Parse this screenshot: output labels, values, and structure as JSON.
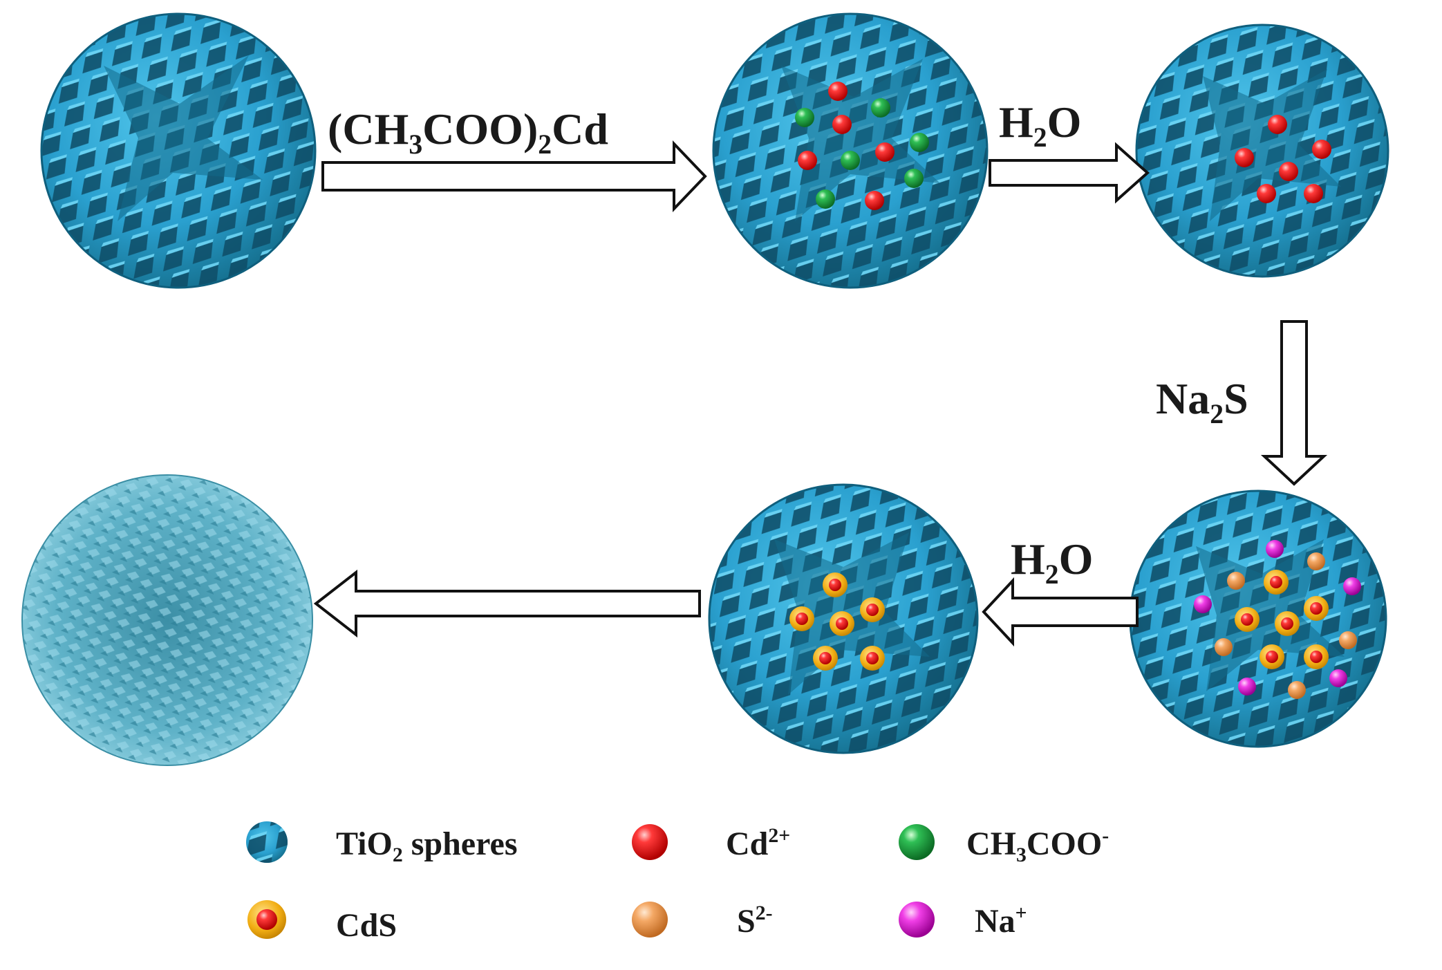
{
  "steps": {
    "s1": {
      "pre": "(CH",
      "sub1": "3",
      "mid": "COO)",
      "sub2": "2",
      "post": "Cd"
    },
    "s2": {
      "pre": "H",
      "sub": "2",
      "post": "O"
    },
    "s3": {
      "pre": "Na",
      "sub": "2",
      "post": "S"
    },
    "s4": {
      "pre": "H",
      "sub": "2",
      "post": "O"
    }
  },
  "legend": {
    "tio2": {
      "pre": "TiO",
      "sub": "2",
      "post": " spheres"
    },
    "cd": {
      "pre": "Cd",
      "sup": "2+"
    },
    "acetate": {
      "pre": "CH",
      "sub": "3",
      "mid": "COO",
      "sup": "-"
    },
    "cds": {
      "label": "CdS"
    },
    "s2": {
      "pre": "S",
      "sup": "2-"
    },
    "na": {
      "pre": "Na",
      "sup": "+"
    }
  },
  "colors": {
    "tio2": "#2ea7d6",
    "cd": "#e3141b",
    "acetate": "#1f9a3e",
    "cds_ring": "#f2a812",
    "sulfide": "#f0a05a",
    "sodium": "#e020d8"
  }
}
